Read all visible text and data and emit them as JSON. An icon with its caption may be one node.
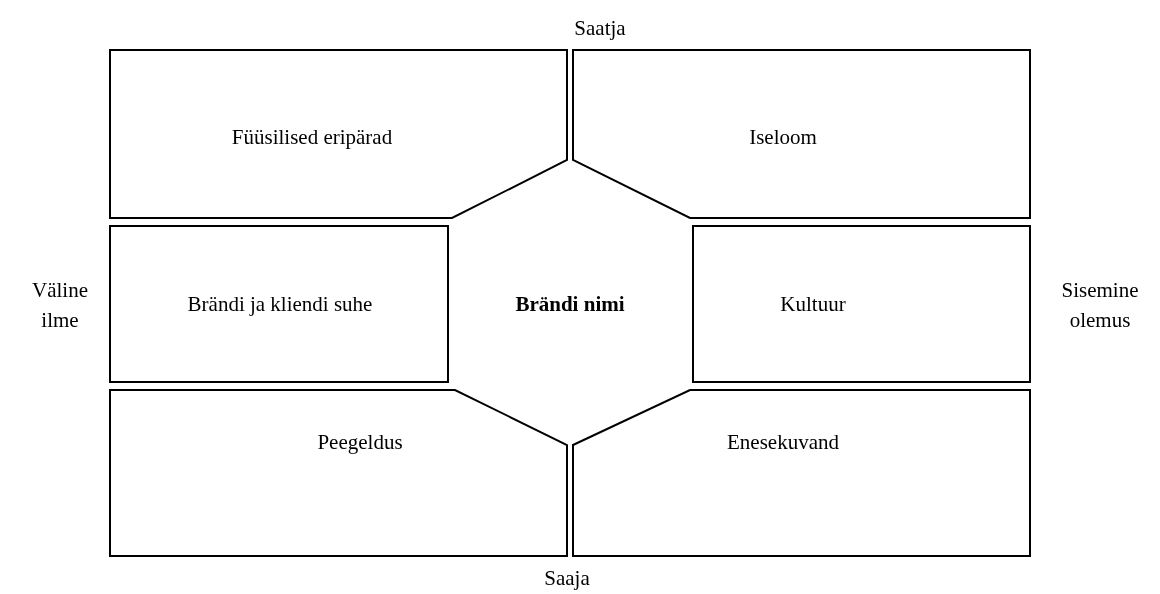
{
  "diagram": {
    "nodes": [
      {
        "text": [
          "Füüsilised eripärad"
        ]
      },
      {
        "text": [
          "Iseloom"
        ]
      },
      {
        "text": [
          "Brändi ja kliendi suhe"
        ]
      },
      {
        "text": [
          "Brändi nimi"
        ]
      },
      {
        "text": [
          "Kultuur"
        ]
      },
      {
        "text": [
          "Peegeldus"
        ]
      },
      {
        "text": [
          "Enesekuvand"
        ]
      }
    ],
    "labels": [
      "Saatja",
      "Väline ilme",
      "Sisemine olemus",
      "Saaja"
    ]
  }
}
